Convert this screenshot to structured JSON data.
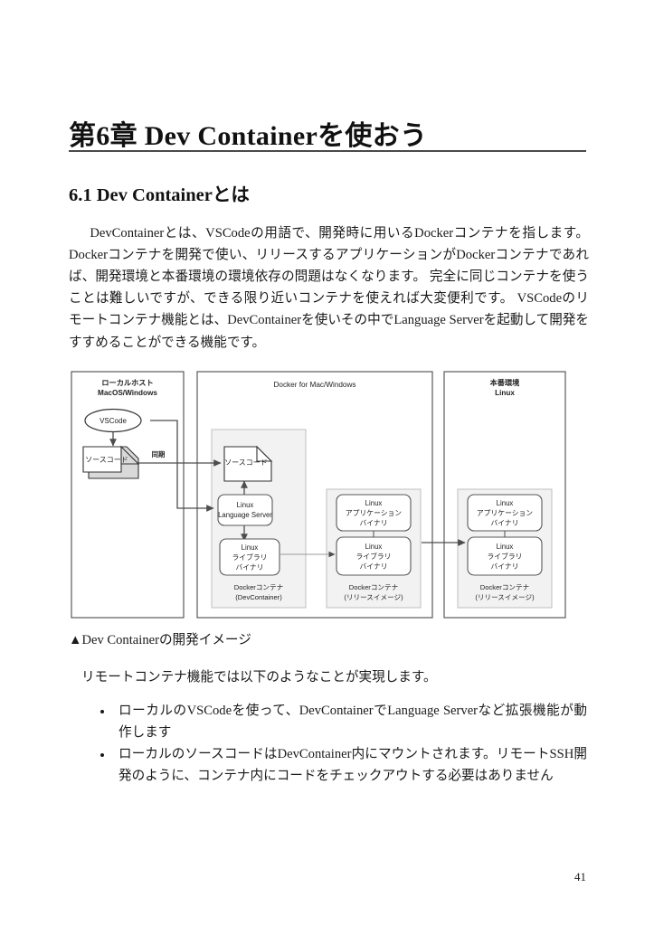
{
  "document": {
    "chapter_title": "第6章 Dev Containerを使おう",
    "section_heading": "6.1 Dev Containerとは",
    "body_paragraph": "DevContainerとは、VSCodeの用語で、開発時に用いるDockerコンテナを指します。 Dockerコンテナを開発で使い、リリースするアプリケーションがDockerコンテナであれば、開発環境と本番環境の環境依存の問題はなくなります。 完全に同じコンテナを使うことは難しいですが、できる限り近いコンテナを使えれば大変便利です。 VSCodeのリモートコンテナ機能とは、DevContainerを使いその中でLanguage Serverを起動して開発をすすめることができる機能です。",
    "figure_caption": "▲Dev Containerの開発イメージ",
    "lead_line": "リモートコンテナ機能では以下のようなことが実現します。",
    "bullets": [
      "ローカルのVSCodeを使って、DevContainerでLanguage Serverなど拡張機能が動作します",
      "ローカルのソースコードはDevContainer内にマウントされます。リモートSSH開発のように、コンテナ内にコードをチェックアウトする必要はありません"
    ],
    "page_number": "41"
  },
  "figure": {
    "panels": {
      "local_host": {
        "title_line1": "ローカルホスト",
        "title_line2": "MacOS/Windows"
      },
      "docker_desktop": {
        "title": "Docker for Mac/Windows"
      },
      "production": {
        "title_line1": "本番環境",
        "title_line2": "Linux"
      }
    },
    "nodes": {
      "vscode": "VSCode",
      "local_source": "ソースコード",
      "sync_label": "同期",
      "dev_source": "ソースコード",
      "language_server_line1": "Linux",
      "language_server_line2": "Language Server",
      "lib_line1": "Linux",
      "lib_line2": "ライブラリ",
      "lib_line3": "バイナリ",
      "app_line1": "Linux",
      "app_line2": "アプリケーション",
      "app_line3": "バイナリ"
    },
    "containers": {
      "devcontainer_line1": "Dockerコンテナ",
      "devcontainer_line2": "(DevContainer)",
      "release_mid_line1": "Dockerコンテナ",
      "release_mid_line2": "(リリースイメージ)",
      "release_prod_line1": "Dockerコンテナ",
      "release_prod_line2": "(リリースイメージ)"
    },
    "colors": {
      "panel_border": "#595959",
      "container_fill": "#f2f2f2",
      "container_border": "#bfbfbf",
      "node_border": "#595959",
      "node_fill": "#ffffff",
      "doc_fold_fill": "#d9d9d9",
      "arrow": "#4d4d4d"
    }
  }
}
